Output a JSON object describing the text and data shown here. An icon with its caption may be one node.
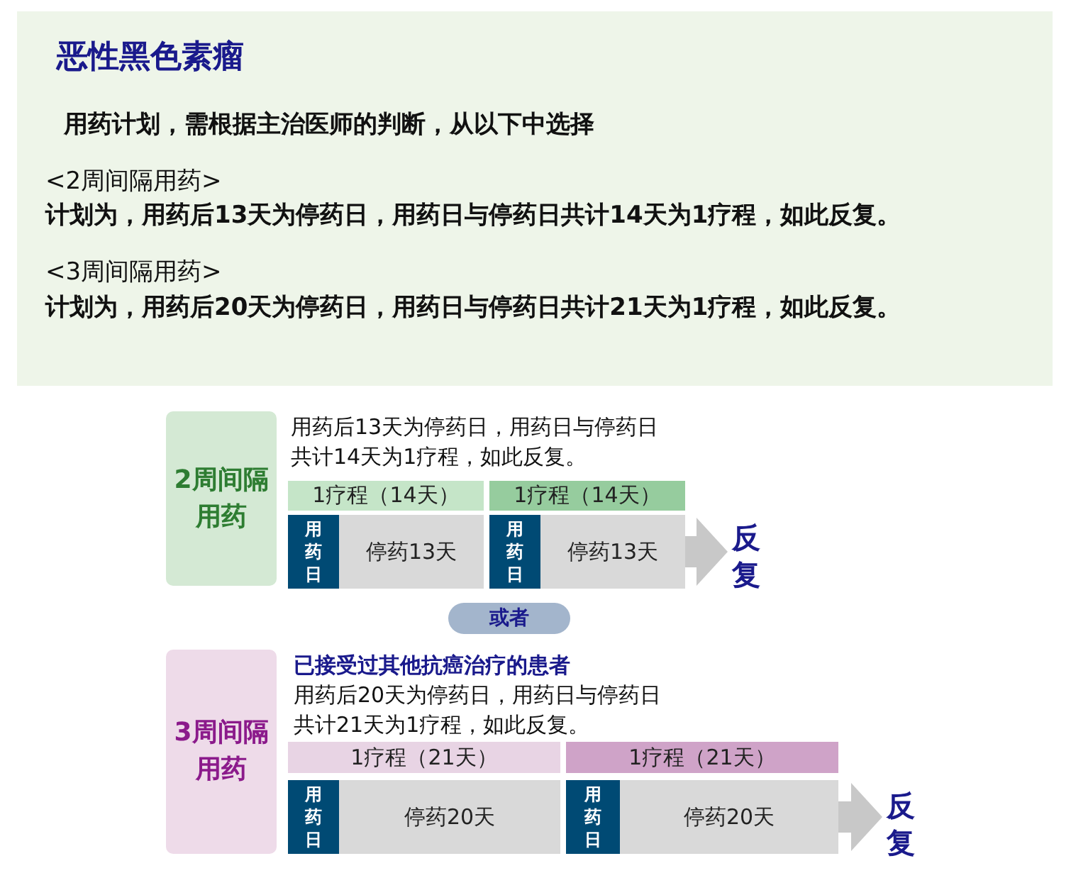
{
  "diagram": {
    "nodes": [
      {
        "text": [
          "恶性黑色素瘤",
          "用药计划，需根据主治医师的判断，从以下中选择",
          "<2周间隔用药>",
          "计划为，用药后13天为停药日，用药日与停药日共计14天为1疗程，如此反复。",
          "<3周间隔用药>",
          "计划为，用药后20天为停药日，用药日与停药日共计21天为1疗程，如此反复。"
        ]
      },
      {
        "text": [
          "2周间隔用药"
        ]
      },
      {
        "text": [
          "1疗程（14天）"
        ]
      },
      {
        "text": [
          "1疗程（14天）"
        ]
      },
      {
        "text": [
          "用药日"
        ]
      },
      {
        "text": [
          "停药13天"
        ]
      },
      {
        "text": [
          "用药日"
        ]
      },
      {
        "text": [
          "停药13天"
        ]
      },
      {
        "text": [
          "反复"
        ]
      },
      {
        "text": [
          "或者"
        ]
      },
      {
        "text": [
          "3周间隔用药"
        ]
      },
      {
        "text": [
          "1疗程（21天）"
        ]
      },
      {
        "text": [
          "1疗程（21天）"
        ]
      },
      {
        "text": [
          "用药日"
        ]
      },
      {
        "text": [
          "停药20天"
        ]
      },
      {
        "text": [
          "用药日"
        ]
      },
      {
        "text": [
          "停药20天"
        ]
      },
      {
        "text": [
          "反复"
        ]
      }
    ],
    "edges": [
      {
        "from": 7,
        "to": 8,
        "arrow": "to"
      },
      {
        "from": 16,
        "to": 17,
        "arrow": "to"
      }
    ],
    "labels": [
      "用药后13天为停药日，用药日与停药日共计14天为1疗程，如此反复。",
      "已接受过其他抗癌治疗的患者",
      "用药后20天为停药日，用药日与停药日共计21天为1疗程，如此反复。"
    ]
  }
}
